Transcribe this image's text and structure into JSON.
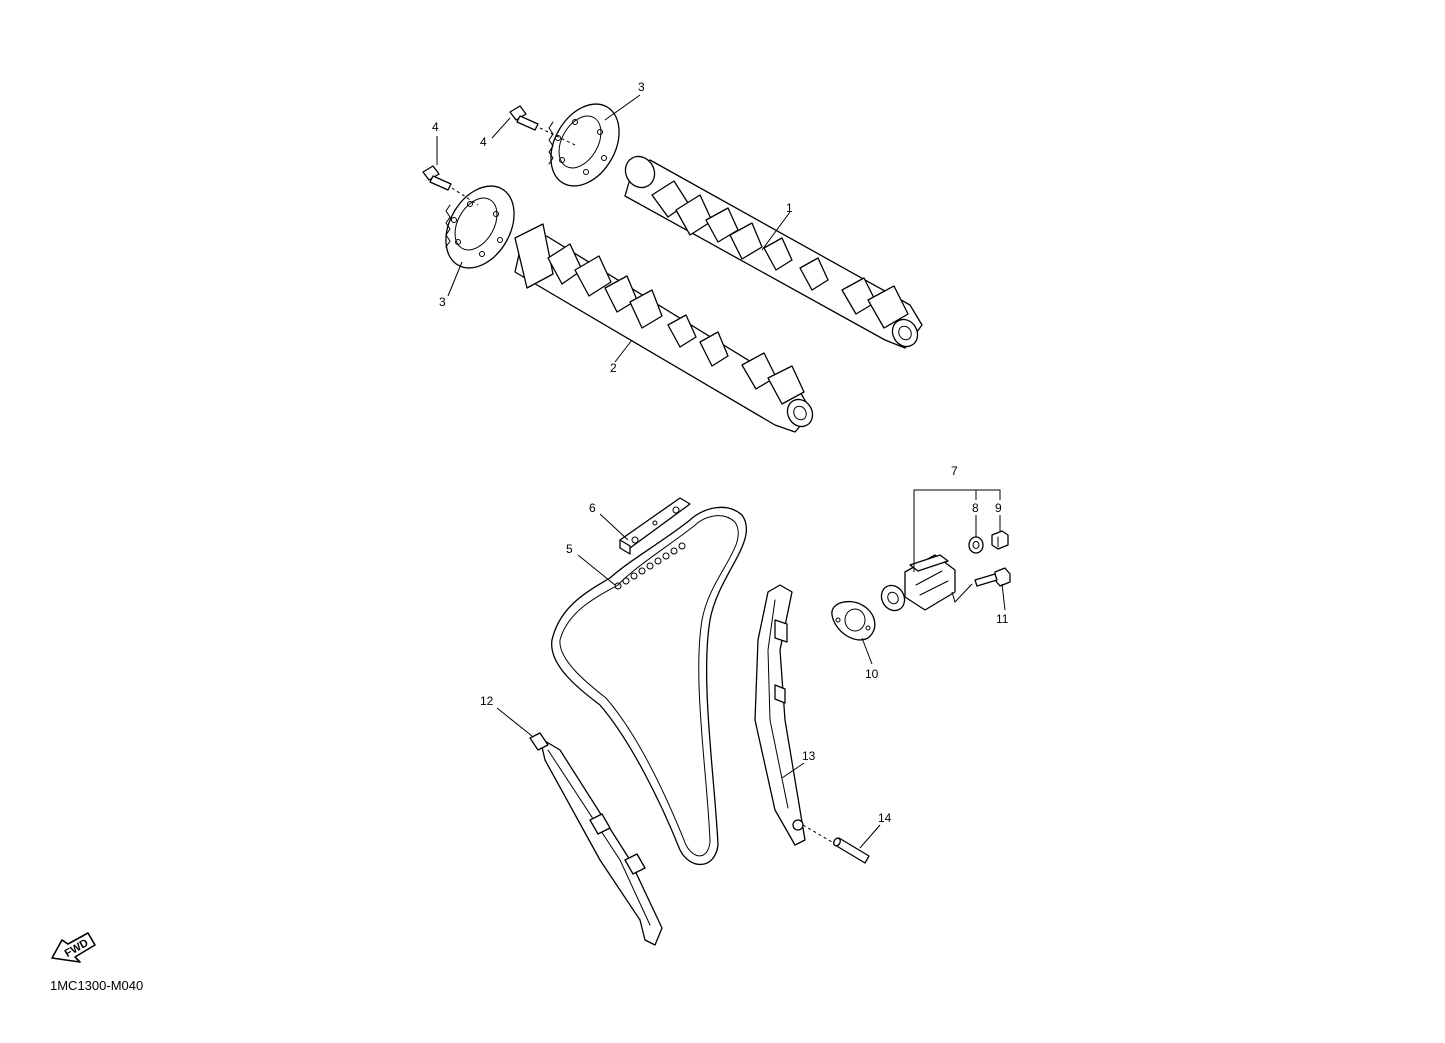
{
  "callouts": {
    "c1": "1",
    "c2": "2",
    "c3a": "3",
    "c3b": "3",
    "c4a": "4",
    "c4b": "4",
    "c5": "5",
    "c6": "6",
    "c7": "7",
    "c8": "8",
    "c9": "9",
    "c10": "10",
    "c11": "11",
    "c12": "12",
    "c13": "13",
    "c14": "14"
  },
  "fwd_label": "FWD",
  "diagram_code": "1MC1300-M040",
  "icons": {
    "direction": "fwd-arrow-icon"
  }
}
